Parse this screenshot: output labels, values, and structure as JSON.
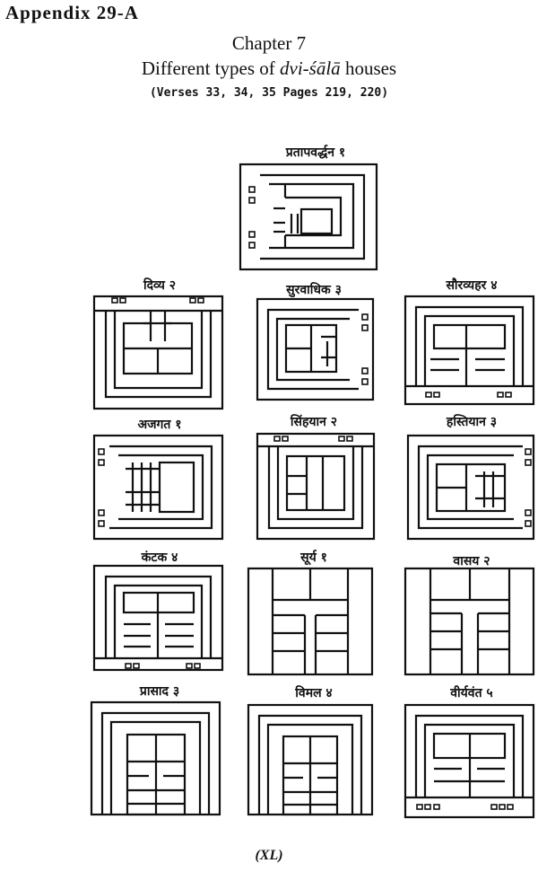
{
  "header": {
    "appendix": "Appendix 29-A",
    "chapter": "Chapter 7",
    "subtitle_prefix": "Different types of ",
    "subtitle_term": "dvi-śālā",
    "subtitle_suffix": " houses",
    "verses": "(Verses 33, 34, 35 Pages 219, 220)"
  },
  "plans": [
    {
      "label": "प्रतापवर्द्धन १"
    },
    {
      "label": "दिव्य २"
    },
    {
      "label": "सुरवाधिक ३"
    },
    {
      "label": "सौरव्यहर ४"
    },
    {
      "label": "अजगत १"
    },
    {
      "label": "सिंहयान २"
    },
    {
      "label": "हस्तियान ३"
    },
    {
      "label": "कंटक ४"
    },
    {
      "label": "सूर्य १"
    },
    {
      "label": "वासय २"
    },
    {
      "label": "प्रासाद ३"
    },
    {
      "label": "विमल ४"
    },
    {
      "label": "वीर्यवंत ५"
    }
  ],
  "footer": {
    "page": "(XL)"
  }
}
